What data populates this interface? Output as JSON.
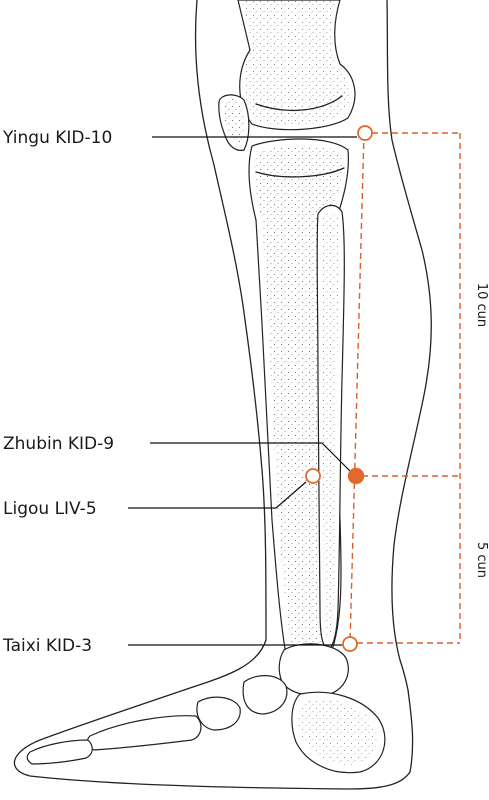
{
  "colors": {
    "accent": "#e0692b",
    "line": "#1a1a1a",
    "point_open_fill": "#ffffff",
    "point_filled_fill": "#e0692b"
  },
  "points": [
    {
      "id": "yingu",
      "label": "Yingu KID-10",
      "marker": "open"
    },
    {
      "id": "zhubin",
      "label": "Zhubin KID-9",
      "marker": "filled"
    },
    {
      "id": "ligou",
      "label": "Ligou LIV-5",
      "marker": "open"
    },
    {
      "id": "taixi",
      "label": "Taixi KID-3",
      "marker": "open"
    }
  ],
  "measurements": [
    {
      "id": "upper",
      "label": "10 cun"
    },
    {
      "id": "lower",
      "label": "5 cun"
    }
  ]
}
